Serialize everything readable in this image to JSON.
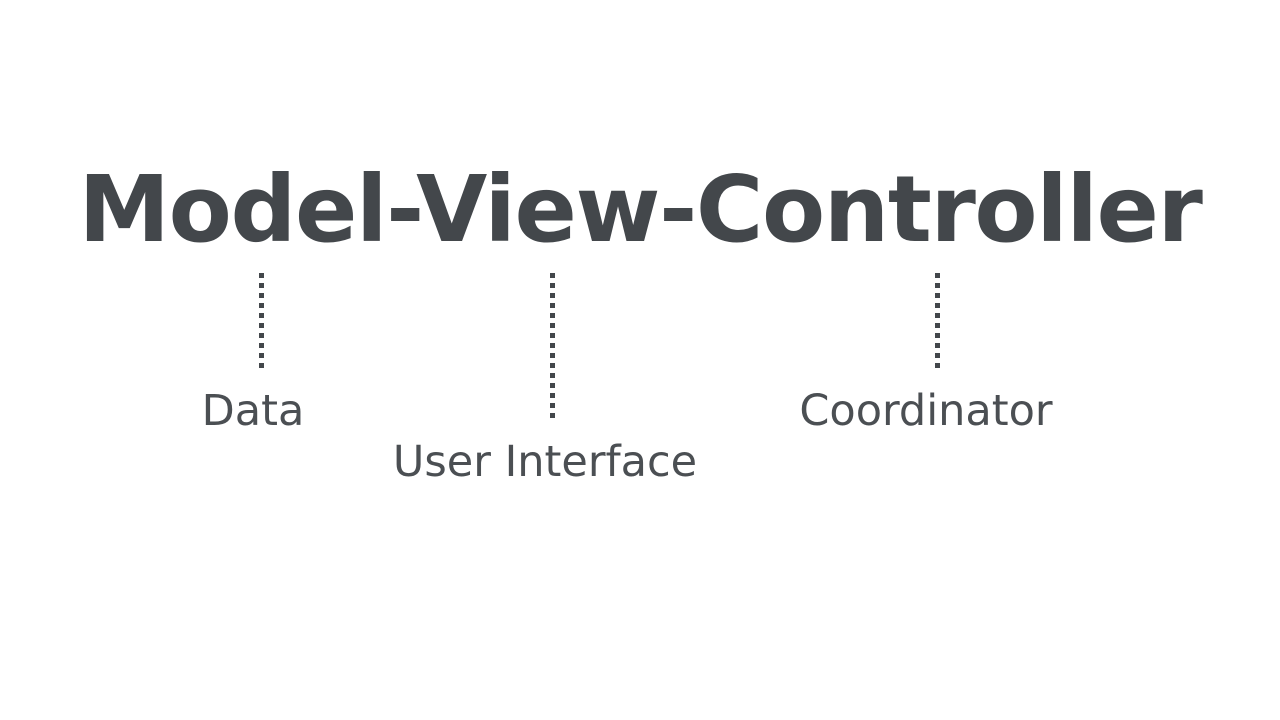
{
  "slide": {
    "background_color": "#ffffff",
    "text_color": "#43474b",
    "accent_color": "#4b4f53",
    "title": "Model-View-Controller",
    "nodes": [
      {
        "id": "model",
        "term": "Model",
        "label": "Data",
        "connector": "dotted-vertical-line"
      },
      {
        "id": "view",
        "term": "View",
        "label": "User Interface",
        "connector": "dotted-vertical-line"
      },
      {
        "id": "controller",
        "term": "Controller",
        "label": "Coordinator",
        "connector": "dotted-vertical-line"
      }
    ]
  }
}
